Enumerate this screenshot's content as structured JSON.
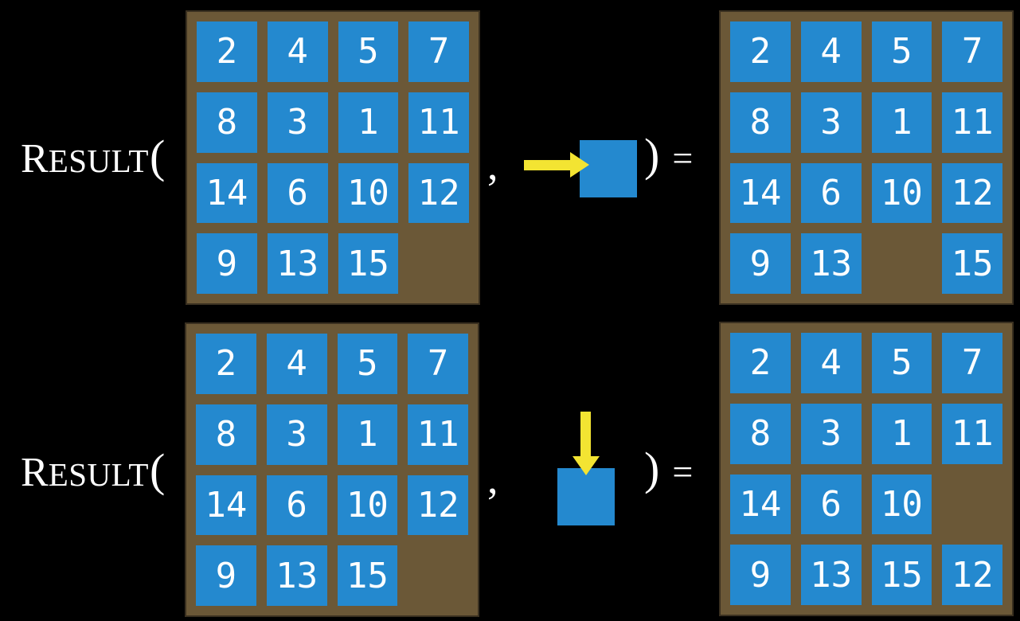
{
  "colors": {
    "background": "#000000",
    "board_bg": "#6B5837",
    "board_border": "#3A3020",
    "tile": "#2489CF",
    "tile_text": "#FFFFFF",
    "arrow": "#F3E432",
    "text": "#FFFFFF"
  },
  "formula": {
    "fn_initial": "R",
    "fn_rest": "ESULT",
    "open_paren": "(",
    "comma": ",",
    "close_paren": ")",
    "equals": "="
  },
  "examples": [
    {
      "id": "slide-right",
      "move_direction": "right",
      "input_board": [
        [
          "2",
          "4",
          "5",
          "7"
        ],
        [
          "8",
          "3",
          "1",
          "11"
        ],
        [
          "14",
          "6",
          "10",
          "12"
        ],
        [
          "9",
          "13",
          "15",
          ""
        ]
      ],
      "output_board": [
        [
          "2",
          "4",
          "5",
          "7"
        ],
        [
          "8",
          "3",
          "1",
          "11"
        ],
        [
          "14",
          "6",
          "10",
          "12"
        ],
        [
          "9",
          "13",
          "",
          "15"
        ]
      ]
    },
    {
      "id": "slide-down",
      "move_direction": "down",
      "input_board": [
        [
          "2",
          "4",
          "5",
          "7"
        ],
        [
          "8",
          "3",
          "1",
          "11"
        ],
        [
          "14",
          "6",
          "10",
          "12"
        ],
        [
          "9",
          "13",
          "15",
          ""
        ]
      ],
      "output_board": [
        [
          "2",
          "4",
          "5",
          "7"
        ],
        [
          "8",
          "3",
          "1",
          "11"
        ],
        [
          "14",
          "6",
          "10",
          ""
        ],
        [
          "9",
          "13",
          "15",
          "12"
        ]
      ]
    }
  ]
}
